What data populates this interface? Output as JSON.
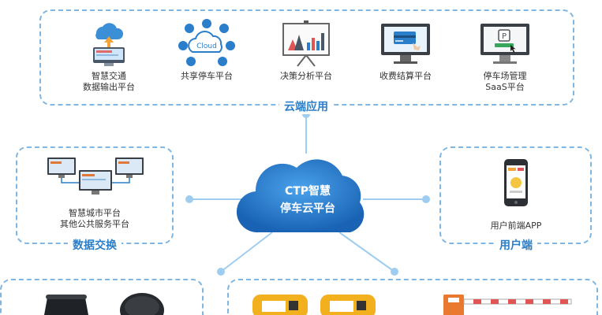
{
  "cloud_apps": {
    "title": "云端应用",
    "items": [
      {
        "line1": "智慧交通",
        "line2": "数据输出平台"
      },
      {
        "line1": "共享停车平台",
        "line2": ""
      },
      {
        "line1": "决策分析平台",
        "line2": ""
      },
      {
        "line1": "收费结算平台",
        "line2": ""
      },
      {
        "line1": "停车场管理",
        "line2": "SaaS平台"
      }
    ],
    "cloud_icon_text": "Cloud"
  },
  "hub": {
    "line1": "CTP智慧",
    "line2": "停车云平台"
  },
  "data_exchange": {
    "title": "数据交换",
    "line1": "智慧城市平台",
    "line2": "其他公共服务平台"
  },
  "user_side": {
    "title": "用户端",
    "line1": "用户前端APP"
  },
  "colors": {
    "accent": "#2b7ec9",
    "dash": "#7fb6e2",
    "hub": "#1f6fbf"
  }
}
